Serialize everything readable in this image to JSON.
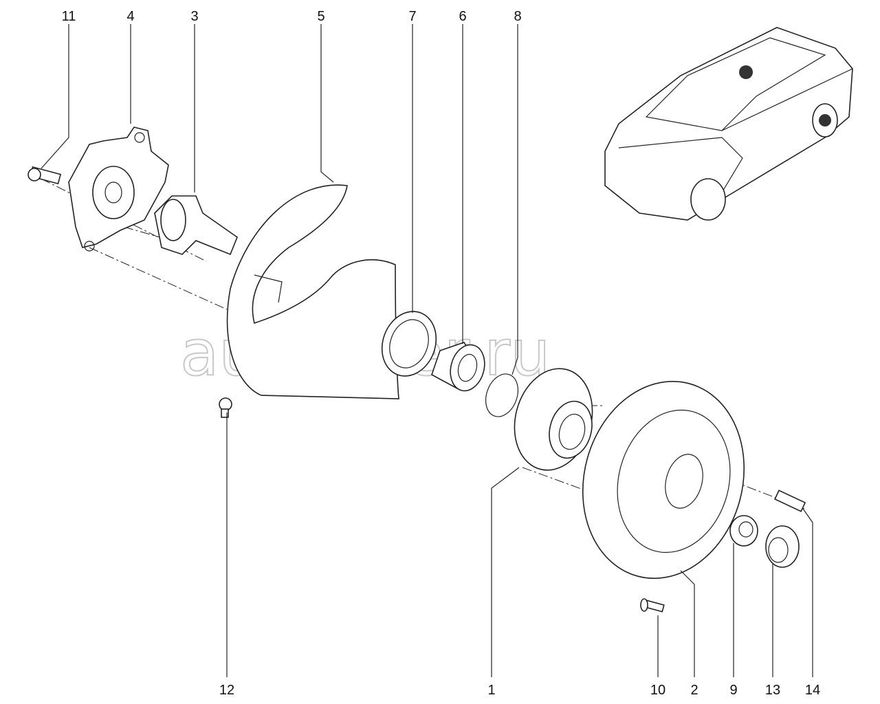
{
  "watermark": "autopiter.ru",
  "callouts": {
    "c1": "1",
    "c2": "2",
    "c3": "3",
    "c4": "4",
    "c5": "5",
    "c6": "6",
    "c7": "7",
    "c8": "8",
    "c9": "9",
    "c10": "10",
    "c11": "11",
    "c12": "12",
    "c13": "13",
    "c14": "14"
  }
}
